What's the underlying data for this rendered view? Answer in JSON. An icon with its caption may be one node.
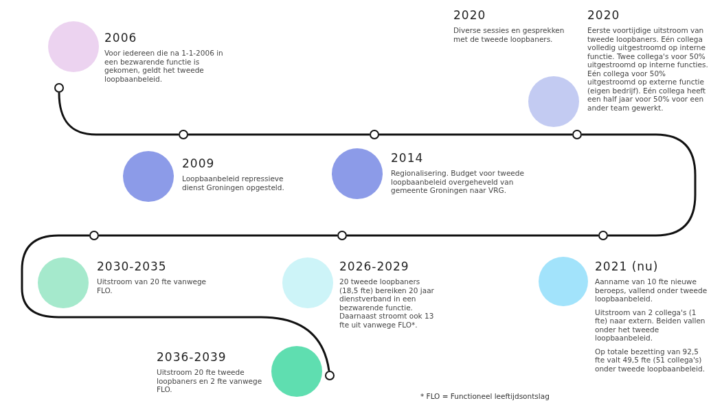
{
  "diagram": {
    "nodes": [
      {
        "text": [
          "2006",
          "Voor iedereen die na 1-1-2006 in een bezwarende functie is gekomen, geldt het tweede loopbaanbeleid."
        ]
      },
      {
        "text": [
          "2009",
          "Loopbaanbeleid repressieve dienst Groningen opgesteld."
        ]
      },
      {
        "text": [
          "2014",
          "Regionalisering. Budget voor tweede loopbaanbeleid overgeheveld van gemeente Groningen naar VRG."
        ]
      },
      {
        "text": [
          "2020",
          "Diverse sessies en gesprekken met de tweede loopbaners."
        ]
      },
      {
        "text": [
          "2020",
          "Eerste voortijdige uitstroom van tweede loopbaners. Eén collega volledig uitgestroomd op interne functie. Twee collega's voor 50% uitgestroomd op interne functies. Eén collega voor 50% uitgestroomd op externe functie (eigen bedrijf). Eén collega heeft een half jaar voor 50% voor een ander team gewerkt."
        ]
      },
      {
        "text": [
          "2021 (nu)",
          "Aanname van 10 fte nieuwe beroeps, vallend onder tweede loopbaanbeleid.",
          "Uitstroom van 2 collega's (1 fte) naar extern. Beiden vallen onder het tweede loopbaanbeleid.",
          "Op totale bezetting van 92,5 fte valt 49,5 fte (51 collega's) onder tweede loopbaanbeleid."
        ]
      },
      {
        "text": [
          "2026-2029",
          "20 tweede loopbaners (18,5 fte) bereiken 20 jaar dienstverband in een bezwarende functie. Daarnaast stroomt ook 13 fte uit vanwege FLO*."
        ]
      },
      {
        "text": [
          "2030-2035",
          "Uitstroom van 20 fte vanwege FLO."
        ]
      },
      {
        "text": [
          "2036-2039",
          "Uitstroom 20 fte tweede loopbaners en 2 fte vanwege FLO."
        ]
      },
      {
        "text": [],
        "shape": "circle"
      },
      {
        "text": [],
        "shape": "circle"
      },
      {
        "text": [],
        "shape": "circle"
      },
      {
        "text": [],
        "shape": "circle"
      },
      {
        "text": [],
        "shape": "circle"
      },
      {
        "text": [],
        "shape": "circle"
      },
      {
        "text": [],
        "shape": "circle"
      },
      {
        "text": [],
        "shape": "circle"
      }
    ],
    "edges": [
      {
        "from": 9,
        "to": 10,
        "arrow": "none"
      },
      {
        "from": 10,
        "to": 11,
        "arrow": "none"
      },
      {
        "from": 11,
        "to": 12,
        "arrow": "none"
      },
      {
        "from": 12,
        "to": 13,
        "arrow": "none"
      },
      {
        "from": 13,
        "to": 14,
        "arrow": "none"
      },
      {
        "from": 14,
        "to": 15,
        "arrow": "none"
      },
      {
        "from": 15,
        "to": 16,
        "arrow": "none"
      }
    ],
    "labels": [
      "* FLO = Functioneel leeftijdsontslag"
    ]
  }
}
